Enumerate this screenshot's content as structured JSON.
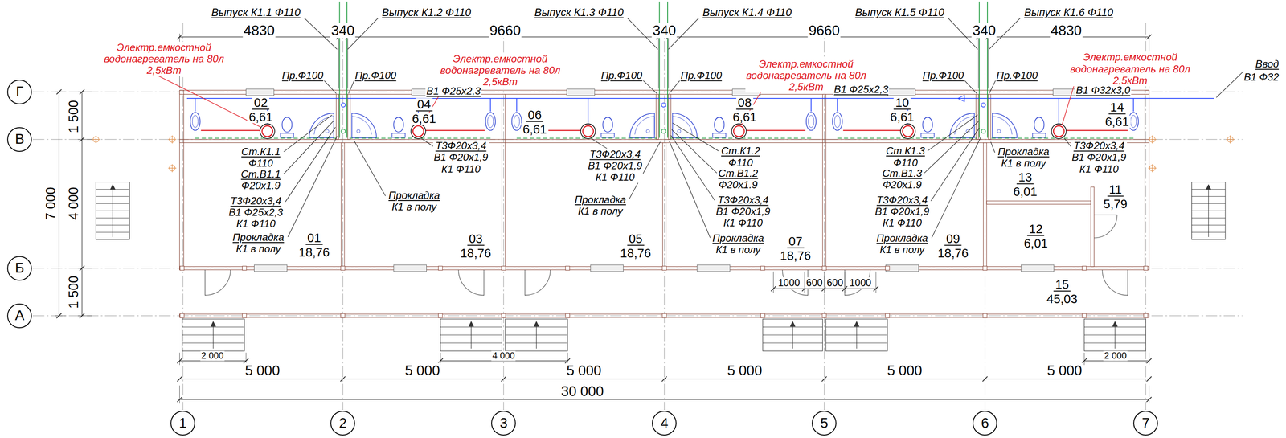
{
  "diagram": {
    "nodes": [
      {
        "text": [
          "Г"
        ]
      },
      {
        "text": [
          "В"
        ]
      },
      {
        "text": [
          "Б"
        ]
      },
      {
        "text": [
          "А"
        ]
      },
      {
        "text": [
          "02",
          "6,61"
        ]
      },
      {
        "text": [
          "04",
          "6,61"
        ]
      },
      {
        "text": [
          "06",
          "6,61"
        ]
      },
      {
        "text": [
          "08",
          "6,61"
        ]
      },
      {
        "text": [
          "10",
          "6,61"
        ]
      },
      {
        "text": [
          "14",
          "6,61"
        ]
      },
      {
        "text": [
          "01",
          "18,76"
        ]
      },
      {
        "text": [
          "03",
          "18,76"
        ]
      },
      {
        "text": [
          "05",
          "18,76"
        ]
      },
      {
        "text": [
          "07",
          "18,76"
        ]
      },
      {
        "text": [
          "09",
          "18,76"
        ]
      },
      {
        "text": [
          "13",
          "6,01"
        ]
      },
      {
        "text": [
          "11",
          "5,79"
        ]
      },
      {
        "text": [
          "12",
          "6,01"
        ]
      },
      {
        "text": [
          "15",
          "45,03"
        ]
      },
      {
        "text": [
          "1"
        ]
      },
      {
        "text": [
          "2"
        ]
      },
      {
        "text": [
          "3"
        ]
      },
      {
        "text": [
          "4"
        ]
      },
      {
        "text": [
          "5"
        ]
      },
      {
        "text": [
          "6"
        ]
      },
      {
        "text": [
          "7"
        ]
      }
    ],
    "labels": [
      "Выпуск К1.1 Ф110",
      "Выпуск К1.2 Ф110",
      "Выпуск К1.3 Ф110",
      "Выпуск К1.4 Ф110",
      "Выпуск К1.5 Ф110",
      "Выпуск К1.6 Ф110",
      "4830",
      "340",
      "9660",
      "340",
      "9660",
      "340",
      "4830",
      "Ввод",
      "В1 Ф32",
      "Электр.емкостной водонагреватель на 80л 2,5кВт",
      "Пр.Ф100",
      "Пр.Ф100",
      "Электр.емкостной водонагреватель на 80л 2,5кВт",
      "Пр.Ф100",
      "Пр.Ф100",
      "Электр.емкостной водонагреватель на 80л 2,5кВт",
      "Пр.Ф100",
      "Пр.Ф100",
      "Электр.емкостной водонагреватель на 80л 2,5кВт",
      "В1 Ф25х2,3",
      "В1 Ф25х2,3",
      "В1 Ф32х3,0",
      "Ст.К1.1 Ф110",
      "Ст.В1.1 Ф20х1.9",
      "Т3Ф20х3,4 В1 Ф25х2,3 К1 Ф110",
      "Прокладка К1 в полу",
      "Т3Ф20х3,4 В1 Ф20х1,9 К1 Ф110",
      "Прокладка К1 в полу",
      "Т3Ф20х3,4 В1 Ф20х1,9 К1 Ф110",
      "Прокладка К1 в полу",
      "Ст.К1.2 Ф110",
      "Ст.В1.2 Ф20х1.9",
      "Т3Ф20х3,4 В1 Ф20х1,9 К1 Ф110",
      "Прокладка К1 в полу",
      "Ст.К1.3 Ф110",
      "Ст.В1.3 Ф20х1.9",
      "Т3Ф20х3,4 В1 Ф20х1,9 К1 Ф110",
      "Прокладка К1 в полу",
      "Прокладка К1 в полу",
      "Т3Ф20х3,4 В1 Ф20х1,9 К1 Ф110",
      "1000",
      "600",
      "600",
      "1000",
      "2 000",
      "4 000",
      "2 000",
      "5 000",
      "5 000",
      "5 000",
      "5 000",
      "5 000",
      "5 000",
      "30 000",
      "1 500",
      "7 000",
      "4 000",
      "1 500"
    ]
  }
}
